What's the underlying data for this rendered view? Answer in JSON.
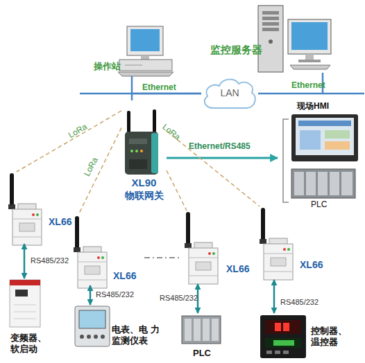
{
  "diagram": {
    "nodes": [
      {
        "text": [
          "操作站"
        ]
      },
      {
        "text": [
          "监控服务器"
        ]
      },
      {
        "text": [
          "LAN"
        ]
      },
      {
        "text": [
          "XL90",
          "物联网关"
        ]
      },
      {
        "text": [
          "现场HMI",
          "PLC"
        ]
      },
      {
        "text": [
          "XL66"
        ]
      },
      {
        "text": [
          "XL66"
        ]
      },
      {
        "text": [
          "XL66"
        ]
      },
      {
        "text": [
          "XL66"
        ]
      },
      {
        "text": [
          "变频器、 软启动"
        ]
      },
      {
        "text": [
          "电表、电 力监测仪表"
        ]
      },
      {
        "text": [
          "PLC"
        ]
      },
      {
        "text": [
          "控制器、 温控器"
        ]
      }
    ],
    "edges": [
      {
        "from": 0,
        "to": 2,
        "arrow": "none",
        "label": "Ethernet"
      },
      {
        "from": 2,
        "to": 1,
        "arrow": "none",
        "label": "Ethernet"
      },
      {
        "from": 3,
        "to": 2,
        "arrow": "none"
      },
      {
        "from": 3,
        "to": 4,
        "arrow": "to",
        "label": "Ethernet/RS485"
      },
      {
        "from": 3,
        "to": 5,
        "arrow": "none",
        "label": "LoRa"
      },
      {
        "from": 3,
        "to": 6,
        "arrow": "none",
        "label": "LoRa"
      },
      {
        "from": 3,
        "to": 7,
        "arrow": "none"
      },
      {
        "from": 3,
        "to": 8,
        "arrow": "none",
        "label": "LoRa"
      },
      {
        "from": 6,
        "to": 7,
        "arrow": "none"
      },
      {
        "from": 5,
        "to": 9,
        "arrow": "both",
        "label": "RS485/232"
      },
      {
        "from": 6,
        "to": 10,
        "arrow": "both",
        "label": "RS485/232"
      },
      {
        "from": 7,
        "to": 11,
        "arrow": "both",
        "label": "RS485/232"
      },
      {
        "from": 8,
        "to": 12,
        "arrow": "both",
        "label": "RS485/232"
      }
    ]
  }
}
